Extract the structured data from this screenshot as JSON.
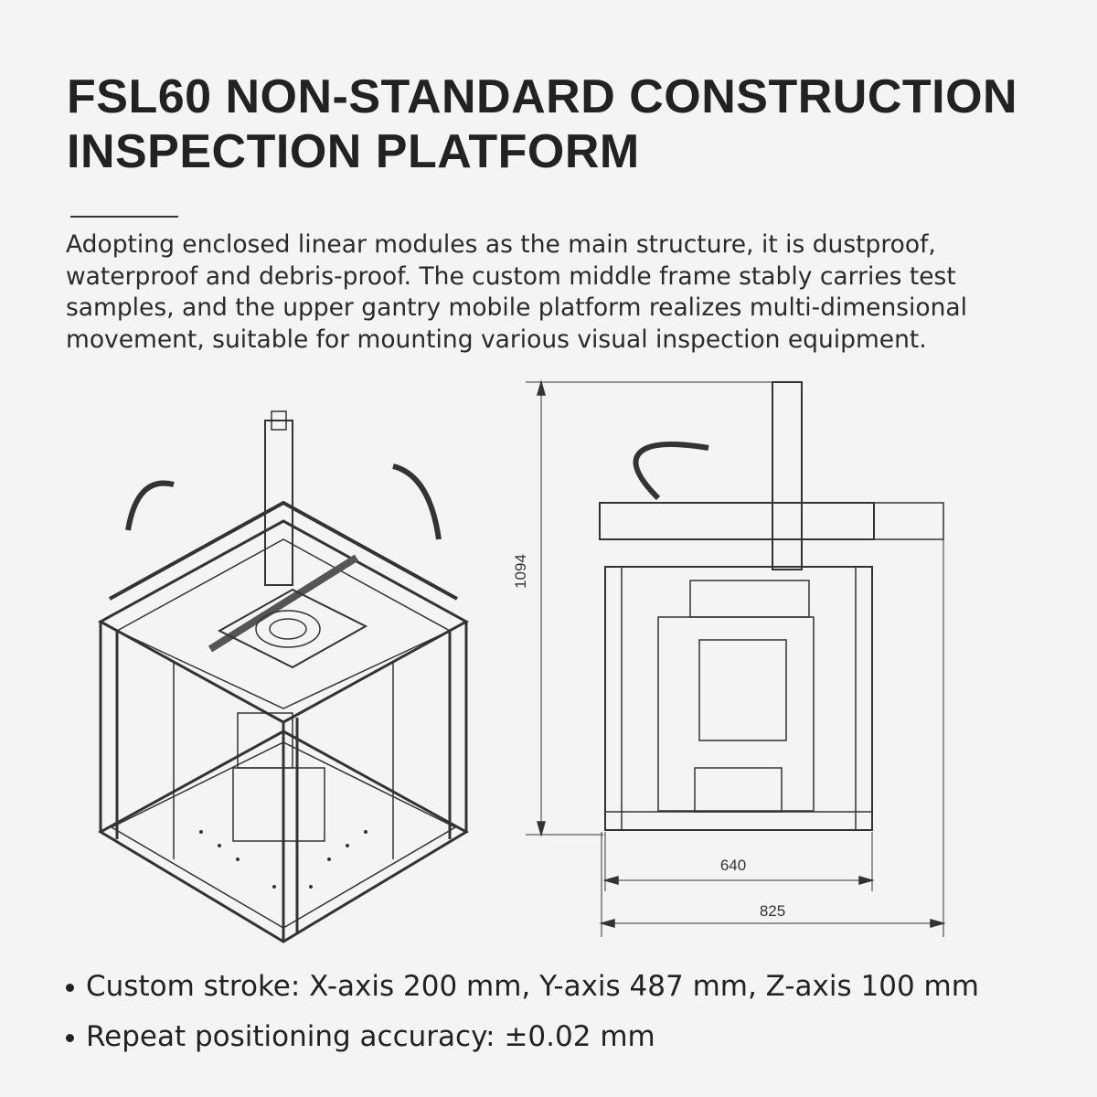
{
  "title": {
    "line1": "FSL60 NON-STANDARD CONSTRUCTION",
    "line2": "INSPECTION PLATFORM"
  },
  "description": "Adopting enclosed linear modules as the main structure, it is dustproof, waterproof and debris-proof. The custom middle frame stably carries test samples, and the upper gantry mobile platform realizes multi-dimensional movement, suitable for mounting various visual inspection equipment.",
  "dimensions": {
    "height": "1094",
    "inner_width": "640",
    "outer_width": "825"
  },
  "features": [
    "Custom stroke: X-axis 200 mm, Y-axis 487 mm, Z-axis 100 mm",
    "Repeat positioning accuracy: ±0.02 mm"
  ]
}
